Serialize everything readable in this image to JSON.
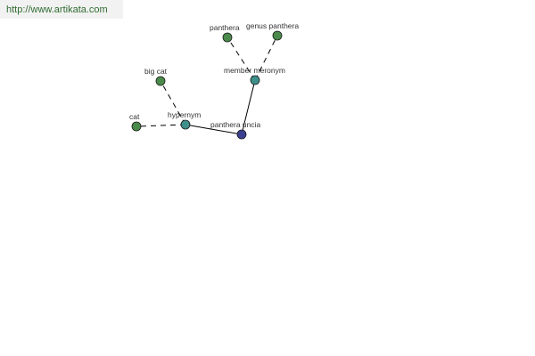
{
  "banner": {
    "url": "http://www.artikata.com"
  },
  "graph": {
    "nodes": {
      "center": {
        "label": "panthera uncia",
        "color": "#3b3f8f"
      },
      "hypernym": {
        "label": "hypernym",
        "color": "#3f8f8a"
      },
      "member_meronym": {
        "label": "member meronym",
        "color": "#3f8f8a"
      },
      "cat": {
        "label": "cat",
        "color": "#4a8a4a"
      },
      "big_cat": {
        "label": "big cat",
        "color": "#4a8a4a"
      },
      "panthera": {
        "label": "panthera",
        "color": "#4a8a4a"
      },
      "genus_panthera": {
        "label": "genus panthera",
        "color": "#4a8a4a"
      }
    }
  }
}
